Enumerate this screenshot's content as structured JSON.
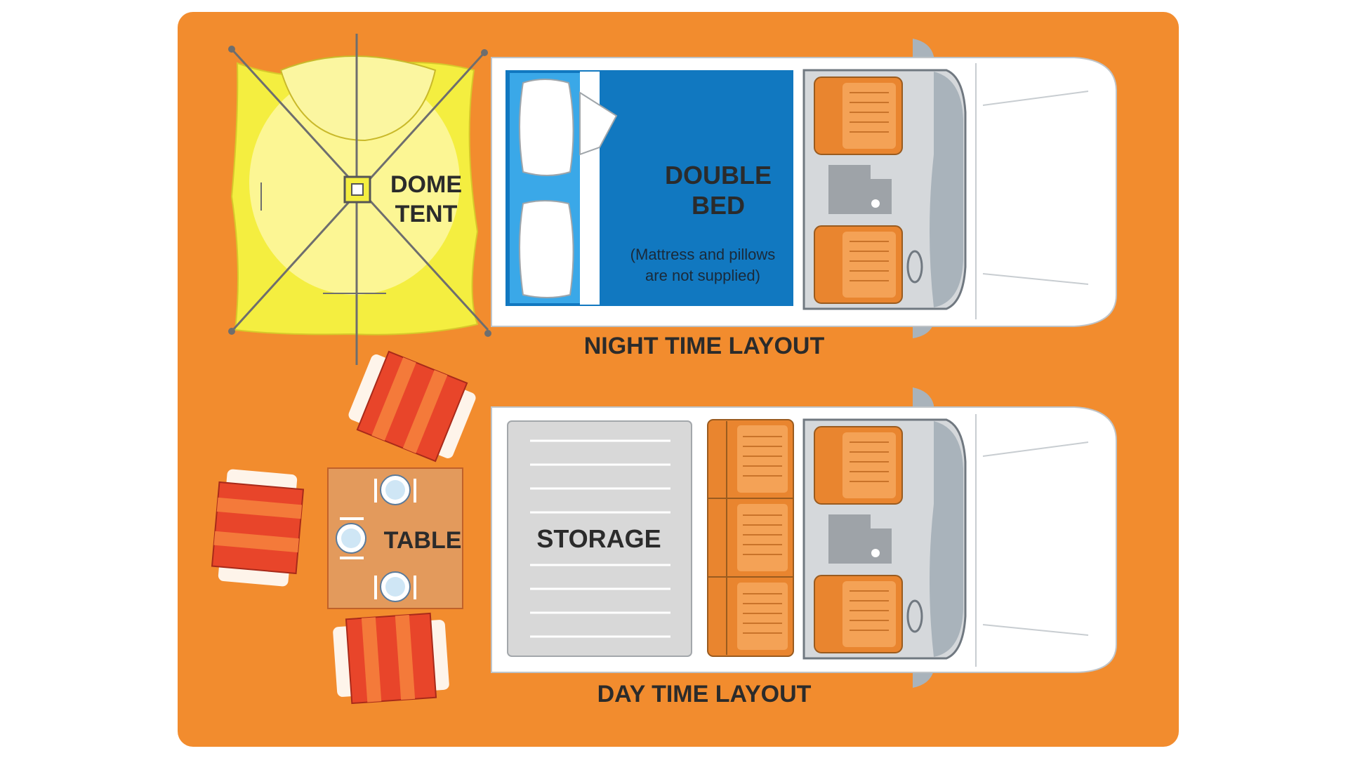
{
  "colors": {
    "background": "#f28c2e",
    "tent": "#f4ee40",
    "bed": "#1178c0",
    "van_body": "#ffffff",
    "seat": "#e9852f",
    "chair": "#e8452a",
    "table": "#e39a5c",
    "storage": "#d8d8d8"
  },
  "tent": {
    "line1": "DOME",
    "line2": "TENT"
  },
  "night": {
    "bed_line1": "DOUBLE",
    "bed_line2": "BED",
    "note_line1": "(Mattress and pillows",
    "note_line2": "are not supplied)",
    "caption": "NIGHT TIME LAYOUT"
  },
  "day": {
    "storage_label": "STORAGE",
    "caption": "DAY TIME LAYOUT"
  },
  "table_label": "TABLE"
}
